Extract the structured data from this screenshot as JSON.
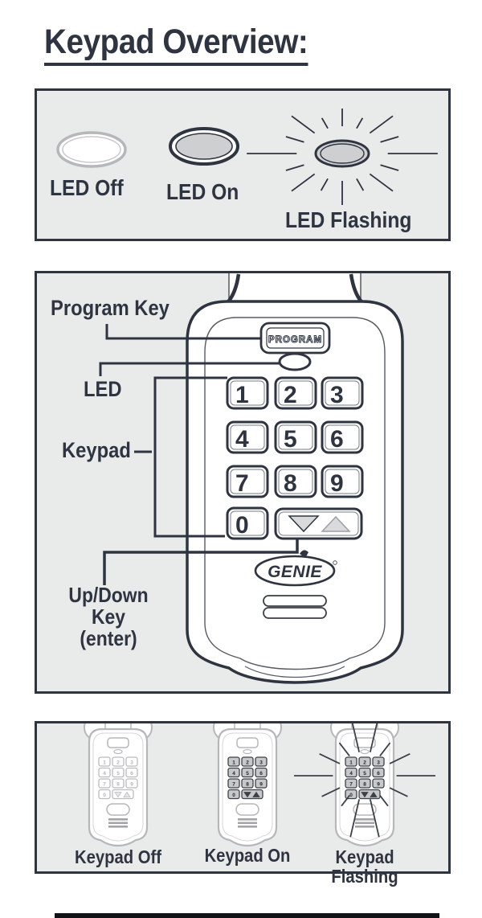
{
  "page": {
    "title": "Keypad Overview:"
  },
  "led_states_panel": {
    "items": [
      {
        "label": "LED Off",
        "state": "off"
      },
      {
        "label": "LED On",
        "state": "on"
      },
      {
        "label": "LED Flashing",
        "state": "flashing"
      }
    ]
  },
  "keypad_diagram": {
    "callouts": {
      "program_key": "Program Key",
      "led": "LED",
      "keypad": "Keypad",
      "updown_line1": "Up/Down Key",
      "updown_line2": "(enter)"
    },
    "program_button_label": "PROGRAM",
    "brand_logo_text": "GENIE",
    "keys": [
      "1",
      "2",
      "3",
      "4",
      "5",
      "6",
      "7",
      "8",
      "9",
      "0"
    ]
  },
  "keypad_states_panel": {
    "items": [
      {
        "label": "Keypad Off",
        "state": "off"
      },
      {
        "label": "Keypad On",
        "state": "on"
      },
      {
        "label": "Keypad Flashing",
        "state": "flashing"
      }
    ]
  },
  "colors": {
    "ink": "#2e3440",
    "panel_bg": "#e9eaea",
    "led_fill": "#cdcfd0",
    "key_fill": "#c6c8ca",
    "silver": "#b5b7b9"
  }
}
